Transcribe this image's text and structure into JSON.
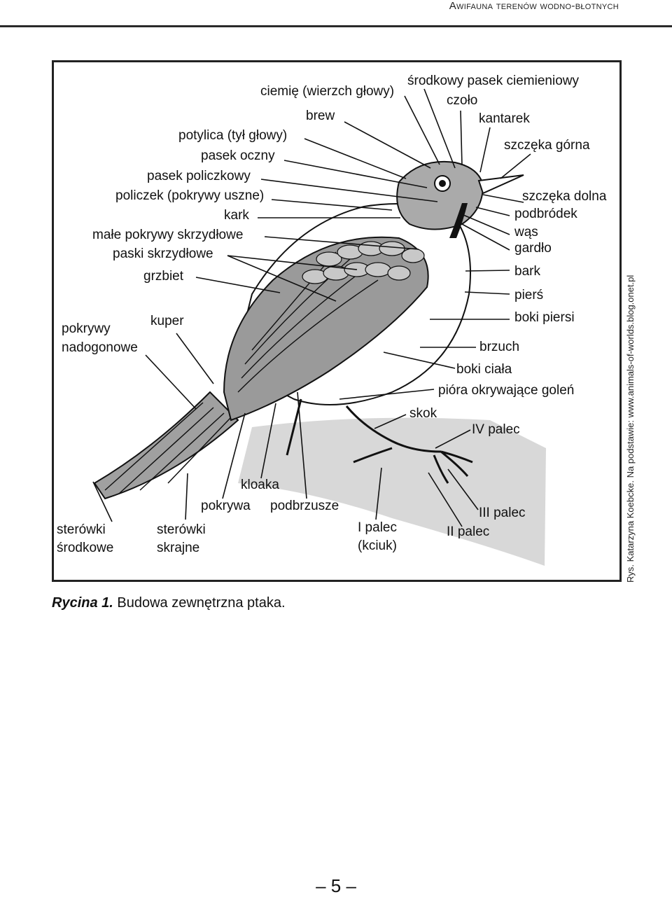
{
  "header": {
    "running_title": "Awifauna terenów wodno-błotnych"
  },
  "figure": {
    "labels": {
      "ciemie": "ciemię (wierzch głowy)",
      "srodkowy_pasek": "środkowy pasek ciemieniowy",
      "czolo": "czoło",
      "brew": "brew",
      "kantarek": "kantarek",
      "potylica": "potylica (tył głowy)",
      "szczeka_gorna": "szczęka górna",
      "pasek_oczny": "pasek oczny",
      "pasek_policzkowy": "pasek policzkowy",
      "policzek": "policzek (pokrywy uszne)",
      "szczeka_dolna": "szczęka dolna",
      "podbrodek": "podbródek",
      "kark": "kark",
      "was": "wąs",
      "male_pokrywy": "małe pokrywy skrzydłowe",
      "gardlo": "gardło",
      "paski_skrzydlowe": "paski skrzydłowe",
      "bark": "bark",
      "grzbiet": "grzbiet",
      "piers": "pierś",
      "pokrywy_nadogonowe_1": "pokrywy",
      "pokrywy_nadogonowe_2": "nadogonowe",
      "kuper": "kuper",
      "boki_piersi": "boki piersi",
      "brzuch": "brzuch",
      "boki_ciala": "boki ciała",
      "piora_goleni": "pióra okrywające goleń",
      "skok": "skok",
      "iv_palec": "IV palec",
      "kloaka": "kloaka",
      "pokrywa": "pokrywa",
      "podbrzusze": "podbrzusze",
      "iii_palec": "III palec",
      "sterowki_srodkowe_1": "sterówki",
      "sterowki_srodkowe_2": "środkowe",
      "sterowki_skrajne_1": "sterówki",
      "sterowki_skrajne_2": "skrajne",
      "i_palec_1": "I palec",
      "i_palec_2": "(kciuk)",
      "ii_palec": "II palec"
    },
    "credit": "Rys. Katarzyna Koebcke. Na podstawie: www.animals-of-worlds.blog.onet.pl"
  },
  "caption": {
    "number": "Rycina 1.",
    "text": "Budowa zewnętrzna ptaka."
  },
  "page_number": "– 5 –",
  "colors": {
    "bird_body": "#ffffff",
    "wing_gray": "#9a9a9a",
    "wing_light": "#c8c8c8",
    "head_gray": "#aaaaaa",
    "branch": "#d8d8d8",
    "outline": "#111111"
  }
}
